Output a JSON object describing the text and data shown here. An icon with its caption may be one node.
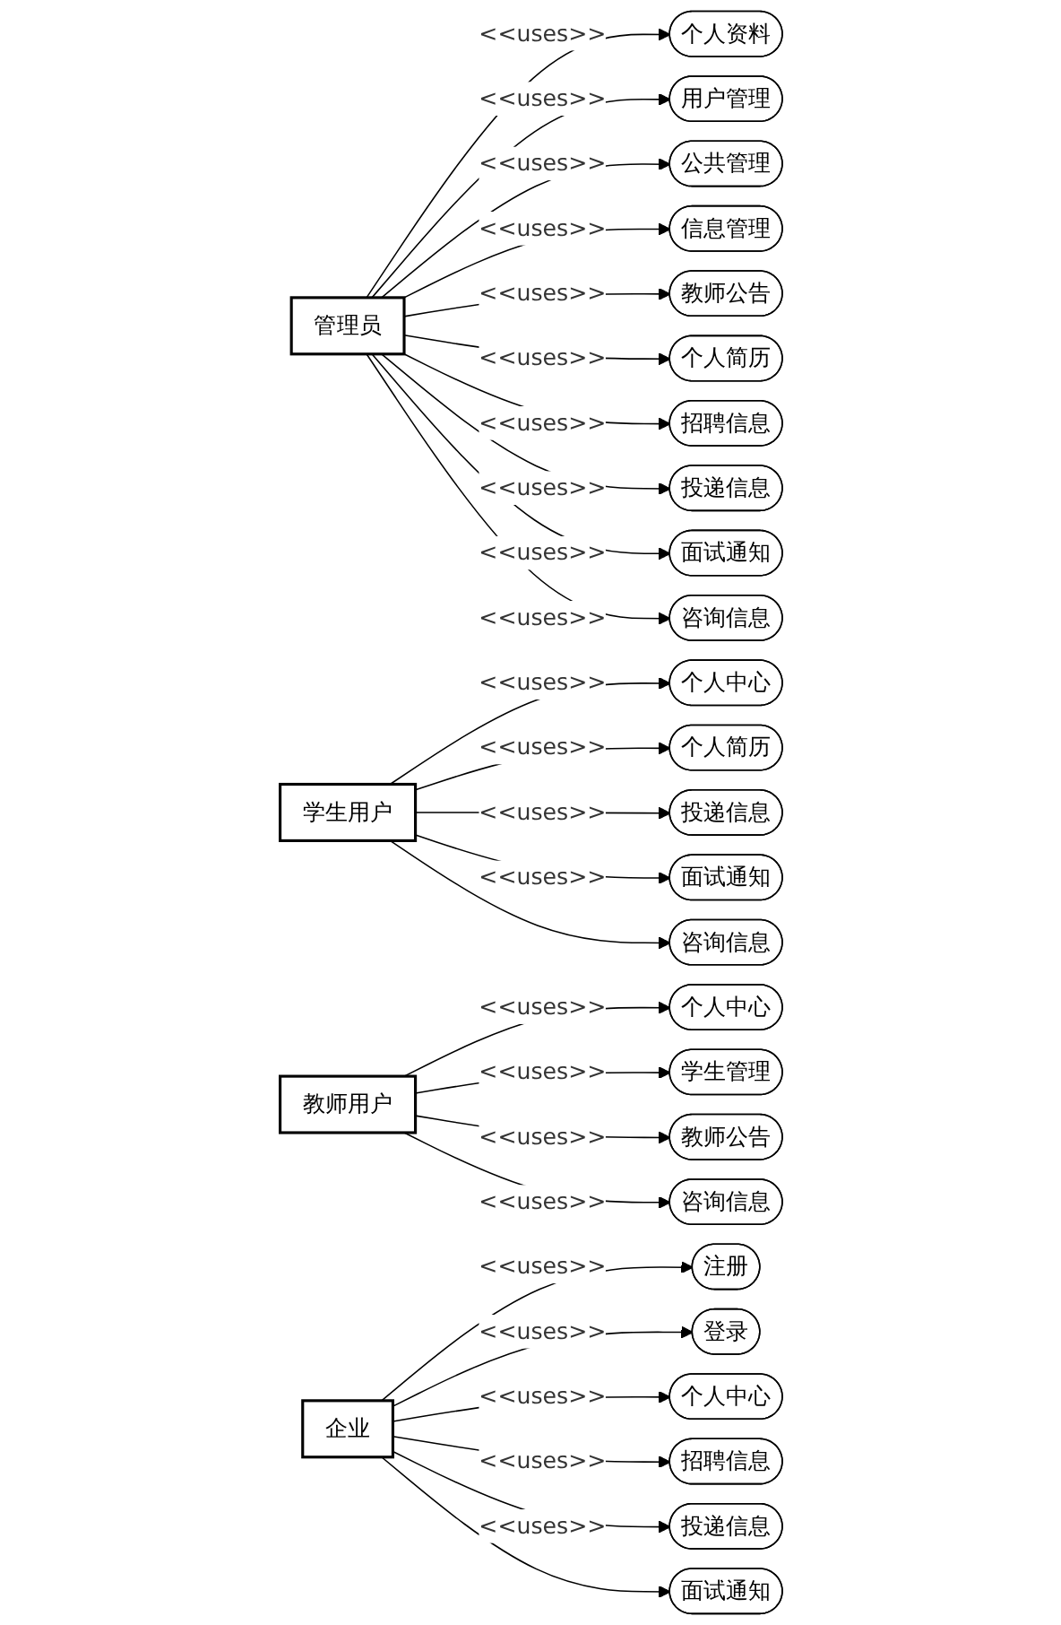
{
  "diagram": {
    "nodes": [
      {
        "text": [
          "管理员"
        ]
      },
      {
        "text": [
          "个人资料"
        ]
      },
      {
        "text": [
          "用户管理"
        ]
      },
      {
        "text": [
          "公共管理"
        ]
      },
      {
        "text": [
          "信息管理"
        ]
      },
      {
        "text": [
          "教师公告"
        ]
      },
      {
        "text": [
          "个人简历"
        ]
      },
      {
        "text": [
          "招聘信息"
        ]
      },
      {
        "text": [
          "投递信息"
        ]
      },
      {
        "text": [
          "面试通知"
        ]
      },
      {
        "text": [
          "咨询信息"
        ]
      },
      {
        "text": [
          "学生用户"
        ]
      },
      {
        "text": [
          "个人中心"
        ]
      },
      {
        "text": [
          "个人简历"
        ]
      },
      {
        "text": [
          "投递信息"
        ]
      },
      {
        "text": [
          "面试通知"
        ]
      },
      {
        "text": [
          "咨询信息"
        ]
      },
      {
        "text": [
          "教师用户"
        ]
      },
      {
        "text": [
          "个人中心"
        ]
      },
      {
        "text": [
          "学生管理"
        ]
      },
      {
        "text": [
          "教师公告"
        ]
      },
      {
        "text": [
          "咨询信息"
        ]
      },
      {
        "text": [
          "企业"
        ]
      },
      {
        "text": [
          "注册"
        ]
      },
      {
        "text": [
          "登录"
        ]
      },
      {
        "text": [
          "个人中心"
        ]
      },
      {
        "text": [
          "招聘信息"
        ]
      },
      {
        "text": [
          "投递信息"
        ]
      },
      {
        "text": [
          "面试通知"
        ]
      }
    ],
    "edges": [
      {
        "from": 0,
        "to": 1,
        "arrow": "to",
        "label": "<<uses>>"
      },
      {
        "from": 0,
        "to": 2,
        "arrow": "to",
        "label": "<<uses>>"
      },
      {
        "from": 0,
        "to": 3,
        "arrow": "to",
        "label": "<<uses>>"
      },
      {
        "from": 0,
        "to": 4,
        "arrow": "to",
        "label": "<<uses>>"
      },
      {
        "from": 0,
        "to": 5,
        "arrow": "to",
        "label": "<<uses>>"
      },
      {
        "from": 0,
        "to": 6,
        "arrow": "to",
        "label": "<<uses>>"
      },
      {
        "from": 0,
        "to": 7,
        "arrow": "to",
        "label": "<<uses>>"
      },
      {
        "from": 0,
        "to": 8,
        "arrow": "to",
        "label": "<<uses>>"
      },
      {
        "from": 0,
        "to": 9,
        "arrow": "to",
        "label": "<<uses>>"
      },
      {
        "from": 0,
        "to": 10,
        "arrow": "to",
        "label": "<<uses>>"
      },
      {
        "from": 11,
        "to": 12,
        "arrow": "to",
        "label": "<<uses>>"
      },
      {
        "from": 11,
        "to": 13,
        "arrow": "to",
        "label": "<<uses>>"
      },
      {
        "from": 11,
        "to": 14,
        "arrow": "to",
        "label": "<<uses>>"
      },
      {
        "from": 11,
        "to": 15,
        "arrow": "to",
        "label": "<<uses>>"
      },
      {
        "from": 11,
        "to": 16,
        "arrow": "to"
      },
      {
        "from": 17,
        "to": 18,
        "arrow": "to",
        "label": "<<uses>>"
      },
      {
        "from": 17,
        "to": 19,
        "arrow": "to",
        "label": "<<uses>>"
      },
      {
        "from": 17,
        "to": 20,
        "arrow": "to",
        "label": "<<uses>>"
      },
      {
        "from": 17,
        "to": 21,
        "arrow": "to",
        "label": "<<uses>>"
      },
      {
        "from": 22,
        "to": 23,
        "arrow": "to",
        "label": "<<uses>>"
      },
      {
        "from": 22,
        "to": 24,
        "arrow": "to",
        "label": "<<uses>>"
      },
      {
        "from": 22,
        "to": 25,
        "arrow": "to",
        "label": "<<uses>>"
      },
      {
        "from": 22,
        "to": 26,
        "arrow": "to",
        "label": "<<uses>>"
      },
      {
        "from": 22,
        "to": 27,
        "arrow": "to",
        "label": "<<uses>>"
      },
      {
        "from": 22,
        "to": 28,
        "arrow": "to"
      }
    ]
  }
}
